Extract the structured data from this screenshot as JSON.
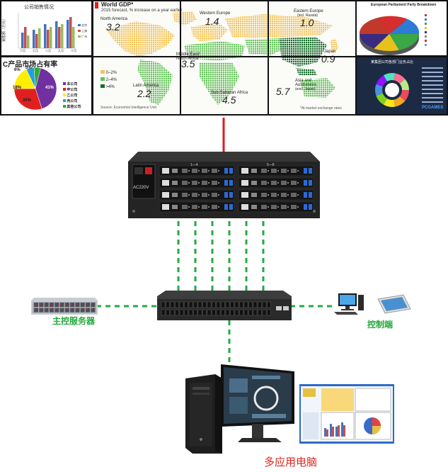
{
  "video_wall": {
    "panel_sales": {
      "title": "公司销售情况",
      "x_labels": [
        "六月",
        "七月",
        "八月",
        "九月",
        "十月"
      ],
      "legend": [
        "北京",
        "上海",
        "广州"
      ],
      "y_ticks": [
        "400",
        "350",
        "300",
        "250",
        "200",
        "150",
        "100",
        "50",
        "0"
      ],
      "ylabel": "销售额（万元）"
    },
    "panel_share": {
      "title": "产品市场占有率",
      "slices": [
        {
          "label": "本公司",
          "value": 41,
          "color": "#7030a0"
        },
        {
          "label": "甲公司",
          "value": 30,
          "color": "#e02020"
        },
        {
          "label": "乙公司",
          "value": 18,
          "color": "#ffee00"
        },
        {
          "label": "丙公司",
          "value": 6,
          "color": "#21a0e0"
        },
        {
          "label": "其他公司",
          "value": 5,
          "color": "#33aa33"
        }
      ],
      "pct_labels": [
        "41%",
        "30%",
        "18%",
        "6%",
        "5%"
      ]
    },
    "panel_gdp": {
      "title": "World GDP*",
      "subtitle": "2015 forecast, % increase on a year earlier",
      "regions": [
        {
          "name": "North America",
          "value": "3.2"
        },
        {
          "name": "Western Europe",
          "value": "1.4"
        },
        {
          "name": "Eastern Europe",
          "name2": "(incl. Russia)",
          "value": "1.0"
        },
        {
          "name": "Middle East/",
          "name2": "North Africa",
          "value": "3.5"
        },
        {
          "name": "Japan",
          "value": "0.9"
        },
        {
          "name": "Latin America",
          "value": "2.2"
        },
        {
          "name": "Sub-Saharan Africa",
          "value": "4.5"
        },
        {
          "name": "Asia and",
          "name2": "Australasia",
          "name3": "(excl. Japan)",
          "value": "5.7"
        }
      ],
      "legend": [
        {
          "label": "0–2%",
          "color": "#f4c45a"
        },
        {
          "label": "2–4%",
          "color": "#66c25c"
        },
        {
          "label": ">4%",
          "color": "#1a6a2c"
        }
      ],
      "source": "Source: Economist Intelligence Unit",
      "note": "*At market exchange rates"
    },
    "panel_eu": {
      "title": "European Parliament Party Breakdown"
    },
    "panel_donut": {
      "title": "某集团公司各部门业务占比"
    },
    "brand": "PCGAMES"
  },
  "hardware": {
    "processor_label": "AC220V",
    "port_group_1": "1—4",
    "port_group_2": "5—8"
  },
  "labels": {
    "server": "主控服务器",
    "control": "控制端",
    "pc": "多应用电脑"
  },
  "colors": {
    "link_green": "#22aa44",
    "link_red": "#e01b1b",
    "label_green": "#22a83a",
    "label_red": "#e0241b"
  }
}
